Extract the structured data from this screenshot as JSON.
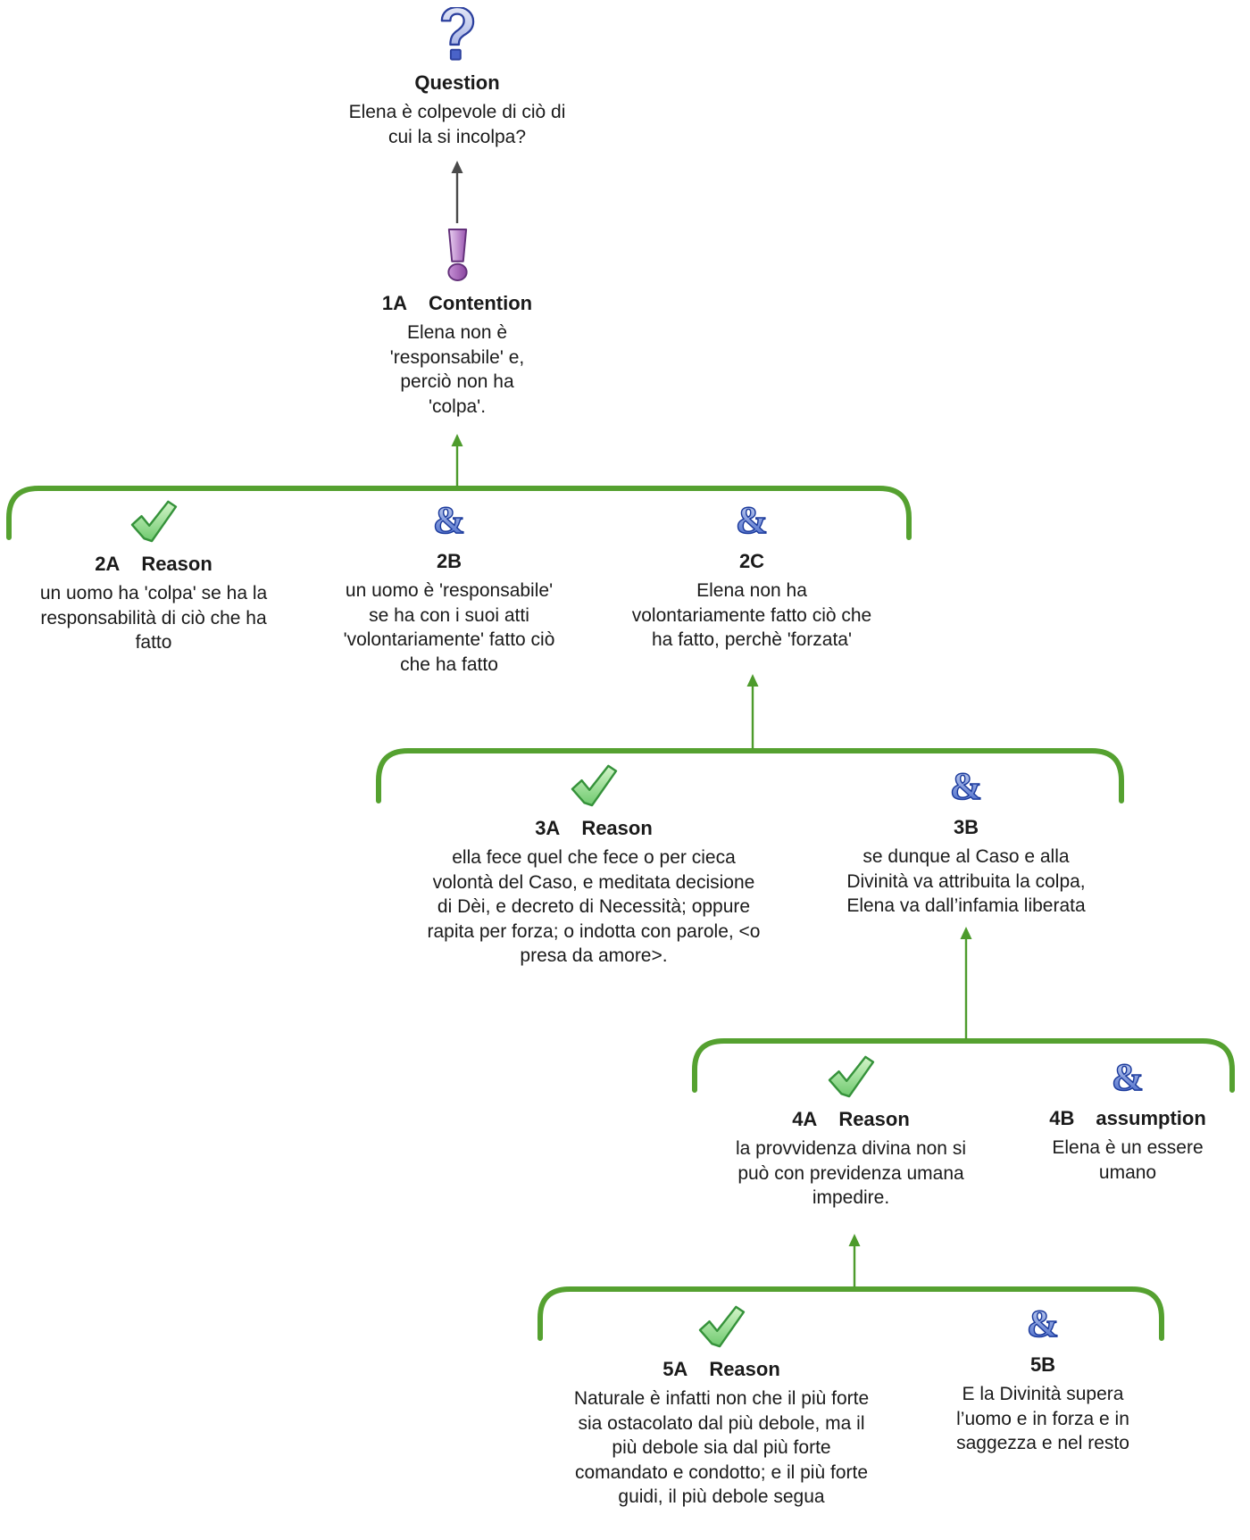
{
  "title": "Argument map: Elena (Encomio di Elena)",
  "colors": {
    "bracket_green": "#55a130",
    "arrow_green": "#4d9b2c",
    "arrow_gray": "#4a4a4a",
    "text": "#1a1a1a",
    "check_icon_fill": "#a8e39c",
    "check_icon_stroke": "#35923a",
    "and_icon_fill": "#4a6cc8",
    "and_icon_stroke": "#1b3a9c",
    "question_icon_fill": "#ccd3ee",
    "question_icon_stroke": "#2b3f9d",
    "contention_icon_fill": "#b583c8",
    "contention_icon_stroke": "#63307a"
  },
  "nodes": {
    "question": {
      "label": "Question",
      "text": "Elena è colpevole di ciò di\ncui la si incolpa?"
    },
    "contention_1a": {
      "id": "1A",
      "type_label": "Contention",
      "text": "Elena non è\n'responsabile' e,\nperciò non ha\n'colpa'."
    },
    "reason_2a": {
      "id": "2A",
      "type_label": "Reason",
      "text": "un uomo ha 'colpa' se ha la\nresponsabilità di ciò che ha\nfatto"
    },
    "and_2b": {
      "id": "2B",
      "text": "un uomo è 'responsabile'\nse ha con i suoi atti\n'volontariamente' fatto ciò\nche ha fatto"
    },
    "and_2c": {
      "id": "2C",
      "text": "Elena non ha\nvolontariamente fatto ciò che\nha fatto, perchè 'forzata'"
    },
    "reason_3a": {
      "id": "3A",
      "type_label": "Reason",
      "text": "ella fece quel che fece o per cieca\nvolontà del Caso, e meditata decisione\ndi Dèi, e decreto di Necessità; oppure\nrapita per forza; o indotta con parole, <o\npresa da amore>."
    },
    "and_3b": {
      "id": "3B",
      "text": "se dunque al Caso e alla\nDivinità va attribuita la colpa,\nElena va dall’infamia liberata"
    },
    "reason_4a": {
      "id": "4A",
      "type_label": "Reason",
      "text": "la provvidenza divina non si\npuò con previdenza umana\nimpedire."
    },
    "and_4b": {
      "id": "4B",
      "type_label": "assumption",
      "text": "Elena è un essere\numano"
    },
    "reason_5a": {
      "id": "5A",
      "type_label": "Reason",
      "text": "Naturale è infatti non che il più forte\nsia ostacolato dal più debole, ma il\npiù debole sia dal più forte\ncomandato e condotto; e il più forte\nguidi, il più debole segua"
    },
    "and_5b": {
      "id": "5B",
      "text": "E la Divinità supera\nl’uomo e in forza e in\nsaggezza e nel resto"
    }
  }
}
